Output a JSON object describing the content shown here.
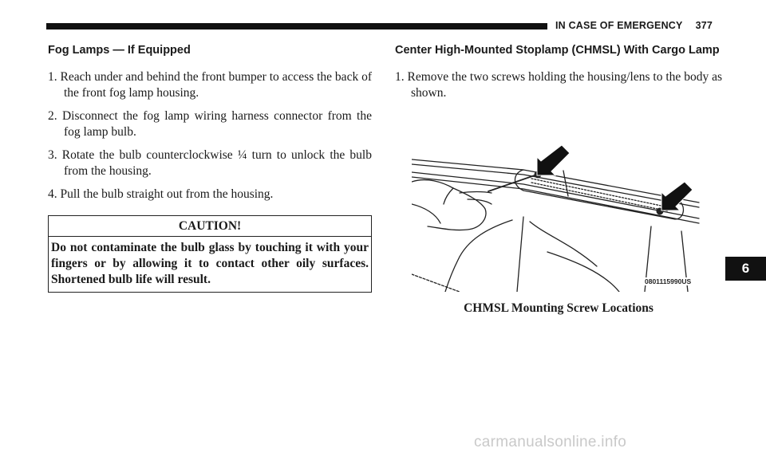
{
  "header": {
    "title": "IN CASE OF EMERGENCY",
    "page_number": "377"
  },
  "section_tab": "6",
  "left_column": {
    "heading": "Fog Lamps — If Equipped",
    "steps": [
      "1. Reach under and behind the front bumper to access the back of the front fog lamp housing.",
      "2. Disconnect the fog lamp wiring harness connector from the fog lamp bulb.",
      "3. Rotate the bulb counterclockwise ¼ turn to unlock the bulb from the housing.",
      "4. Pull the bulb straight out from the housing."
    ],
    "caution": {
      "title": "CAUTION!",
      "text": "Do not contaminate the bulb glass by touching it with your fingers or by allowing it to contact other oily surfaces. Shortened bulb life will result."
    }
  },
  "right_column": {
    "heading": "Center High-Mounted Stoplamp (CHMSL) With Cargo Lamp",
    "steps": [
      "1. Remove the two screws holding the housing/lens to the body as shown."
    ],
    "figure": {
      "code": "0801115990US",
      "caption": "CHMSL Mounting Screw Locations"
    }
  },
  "watermark": "carmanualsonline.info"
}
